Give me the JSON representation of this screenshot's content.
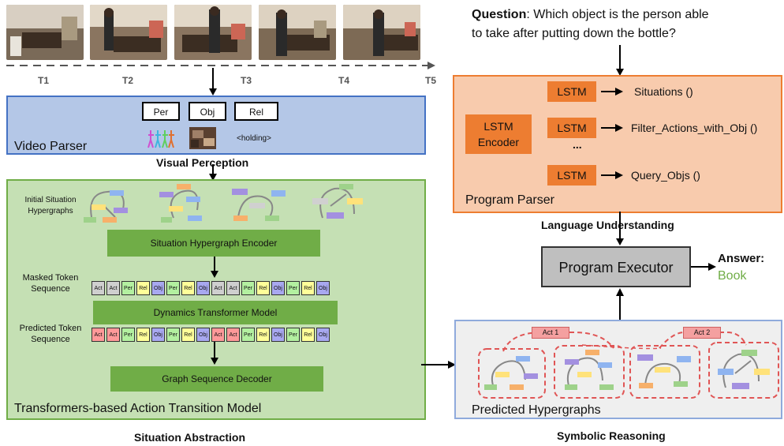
{
  "timeline": {
    "labels": [
      "T1",
      "T2",
      "T3",
      "T4",
      "T5"
    ]
  },
  "question": {
    "prefix": "Question",
    "line1": ": Which object is the person able",
    "line2": "to take after putting down the bottle?"
  },
  "video_parser": {
    "title": "Video Parser",
    "chips": [
      "Per",
      "Obj",
      "Rel"
    ],
    "relation_example": "<holding>"
  },
  "visual_perception": "Visual Perception",
  "action_transition": {
    "title": "Transformers-based Action Transition Model",
    "initial_label_1": "Initial Situation",
    "initial_label_2": "Hypergraphs",
    "encoder": "Situation Hypergraph Encoder",
    "masked_label_1": "Masked Token",
    "masked_label_2": "Sequence",
    "dynamics": "Dynamics Transformer Model",
    "predicted_label_1": "Predicted Token",
    "predicted_label_2": "Sequence",
    "decoder": "Graph Sequence Decoder",
    "masked_tokens": [
      "Act",
      "Act",
      "Per",
      "Rel",
      "Obj",
      "Per",
      "Rel",
      "Obj",
      "Act",
      "Act",
      "Per",
      "Rel",
      "Obj",
      "Per",
      "Rel",
      "Obj"
    ],
    "predicted_tokens": [
      "Act",
      "Act",
      "Per",
      "Rel",
      "Obj",
      "Per",
      "Rel",
      "Obj",
      "Act",
      "Act",
      "Per",
      "Rel",
      "Obj",
      "Per",
      "Rel",
      "Obj"
    ]
  },
  "situation_abstraction": "Situation Abstraction",
  "program_parser": {
    "title": "Program Parser",
    "encoder_line1": "LSTM",
    "encoder_line2": "Encoder",
    "lstm": "LSTM",
    "ellipsis": "...",
    "programs": [
      "Situations ()",
      "Filter_Actions_with_Obj ()",
      "Query_Objs ()"
    ]
  },
  "language_understanding": "Language Understanding",
  "program_executor": "Program Executor",
  "answer": {
    "label": "Answer:",
    "value": "Book"
  },
  "predicted_hypergraphs": {
    "title": "Predicted Hypergraphs",
    "acts": [
      "Act 1",
      "Act 2"
    ]
  },
  "symbolic_reasoning": "Symbolic Reasoning",
  "colors": {
    "blue_panel": "#b4c7e7",
    "green_panel": "#c5e0b4",
    "green_bar": "#70ad47",
    "orange_panel": "#f8cbad",
    "orange_box": "#ed7d31",
    "gray_box": "#bfbfbf",
    "answer_green": "#70ad47",
    "token_act": "#ff9999",
    "token_per": "#b3f0a0",
    "token_rel": "#ffff99",
    "token_obj": "#a8a8f0",
    "token_mask": "#cfcfcf"
  }
}
